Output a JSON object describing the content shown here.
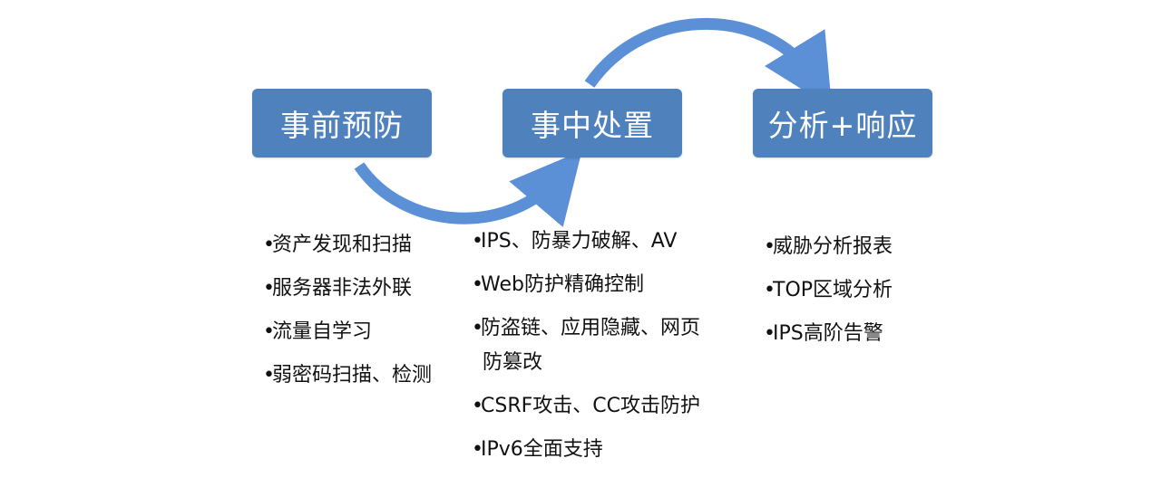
{
  "stages": [
    {
      "label": "事前预防"
    },
    {
      "label": "事中处置"
    },
    {
      "label": "分析+响应"
    }
  ],
  "lists": {
    "prevention": [
      "资产发现和扫描",
      "服务器非法外联",
      "流量自学习",
      "弱密码扫描、检测"
    ],
    "handling": [
      "IPS、防暴力破解、AV",
      "Web防护精确控制",
      "防盗链、应用隐藏、网页",
      "防篡改",
      "CSRF攻击、CC攻击防护",
      "IPv6全面支持"
    ],
    "response": [
      "威胁分析报表",
      "TOP区域分析",
      "IPS高阶告警"
    ]
  },
  "colors": {
    "box": "#4f81bd",
    "arrow": "#5b8fd6"
  }
}
